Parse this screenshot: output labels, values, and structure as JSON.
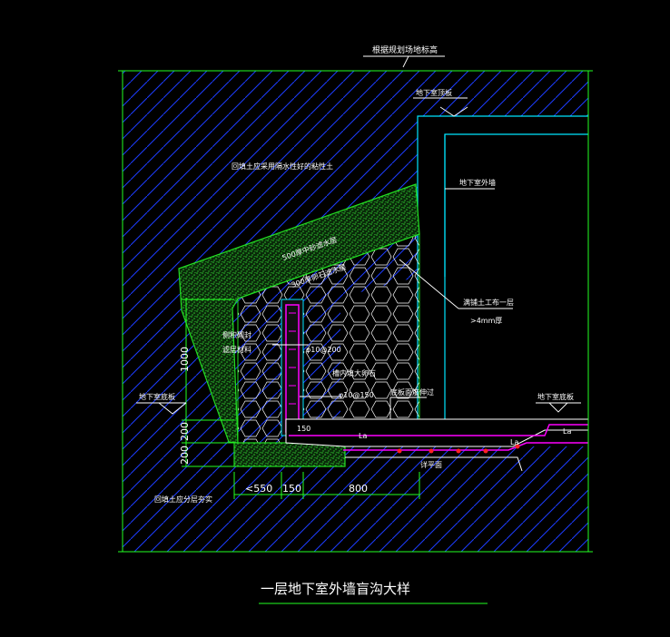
{
  "colors": {
    "background": "#000000",
    "hatch": "#1c3cff",
    "dimension": "#22ff22",
    "wall": "#00e5ff",
    "gravel": "#22dd22",
    "gravel_fill": "#2fc42f",
    "rebar": "#ff00ff",
    "rebar_dot": "#ff2222",
    "leader": "#ffffff",
    "text": "#ffffff"
  },
  "labels": {
    "ground_level": "根据规划场地标高",
    "basement_roof": "地下室顶板",
    "backfill_top": "回填土应采用隔水性好的粘性土",
    "basement_wall": "地下室外墙",
    "layer_sand": "500厚中砂滤水层",
    "layer_gravel": "300厚卵石滤水层",
    "geotextile_1": "满铺土工布一层",
    "geotextile_2": ">4mm厚",
    "side_fill_1": "侧积砌封",
    "side_fill_2": "滤层材料",
    "rebar_spec_1": "φ10@200",
    "rebar_spec_2": "φ10@150",
    "fill_stone": "槽内填大卵石",
    "slab_rebar": "底板面筋伸过",
    "floor_slab_left": "地下室底板",
    "floor_slab_right": "地下室底板",
    "ln_left": "La",
    "ln_mid": "La",
    "ln_right": "La",
    "dim_150_inner": "150",
    "dim_1000": "1000",
    "dim_200_upper": "200",
    "dim_200_lower": "200",
    "dim_550": "<550",
    "dim_150": "150",
    "dim_800": "800",
    "see_plan": "详平面",
    "backfill_bottom": "回填土应分层夯实",
    "drawing_title": "一层地下室外墙盲沟大样"
  }
}
